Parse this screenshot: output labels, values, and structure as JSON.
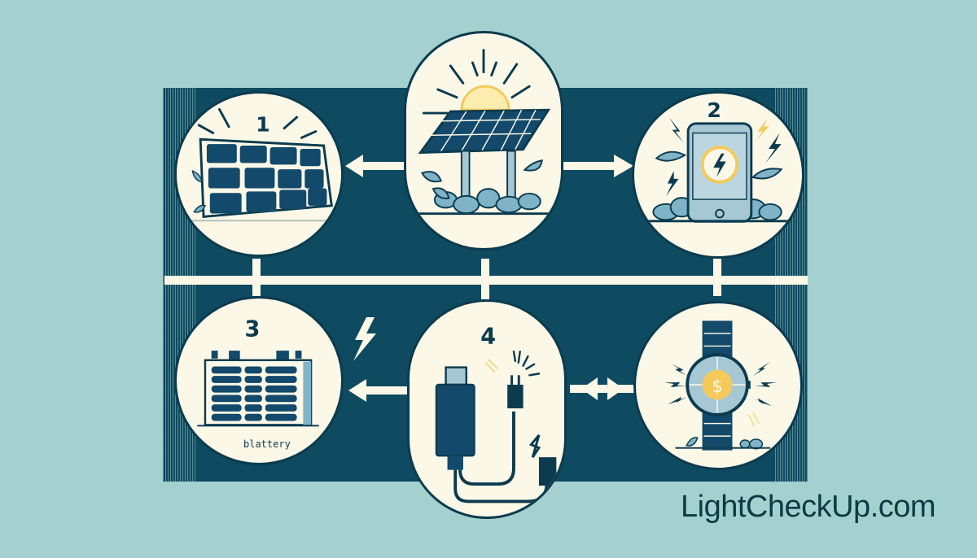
{
  "diagram": {
    "type": "process-infographic",
    "colors": {
      "background": "#a4d0cf",
      "band": "#0e4a60",
      "node_fill": "#fbf8e8",
      "ink": "#0c3b4e",
      "accent_sun": "#f5c95a",
      "panel": "#13496a",
      "leaf": "#7fb3c8"
    },
    "nodes": [
      {
        "id": "panel-1",
        "number": "1",
        "icon": "solar-panel-icon",
        "description": "Tilted solar panel with light rays and leaves"
      },
      {
        "id": "sun-panel",
        "number": "",
        "icon": "sun-over-solar-panel-icon",
        "description": "Solar panel on stand under rising sun with rocks and plants"
      },
      {
        "id": "phone-2",
        "number": "2",
        "icon": "smartphone-charging-icon",
        "description": "Smartphone with lightning bolt charging symbol and leaves"
      },
      {
        "id": "battery-3",
        "number": "3",
        "icon": "battery-icon",
        "label": "blattery",
        "description": "Battery with cells"
      },
      {
        "id": "usb-4",
        "number": "4",
        "icon": "usb-power-bank-icon",
        "description": "USB power bank with cable and plugs"
      },
      {
        "id": "watch",
        "number": "",
        "icon": "smartwatch-icon",
        "description": "Watch with dollar sign face and energy bolts"
      }
    ],
    "connectors": [
      {
        "from": "sun-panel",
        "to": "panel-1",
        "direction": "left-arrow"
      },
      {
        "from": "sun-panel",
        "to": "phone-2",
        "direction": "right-arrow"
      },
      {
        "from": "usb-4",
        "to": "battery-3",
        "direction": "left-arrow",
        "extra": "lightning-bolt-icon"
      },
      {
        "from": "usb-4",
        "to": "watch",
        "direction": "double-arrow"
      }
    ]
  },
  "branding": {
    "name": "LightCheckUp",
    "tld": ".com"
  }
}
